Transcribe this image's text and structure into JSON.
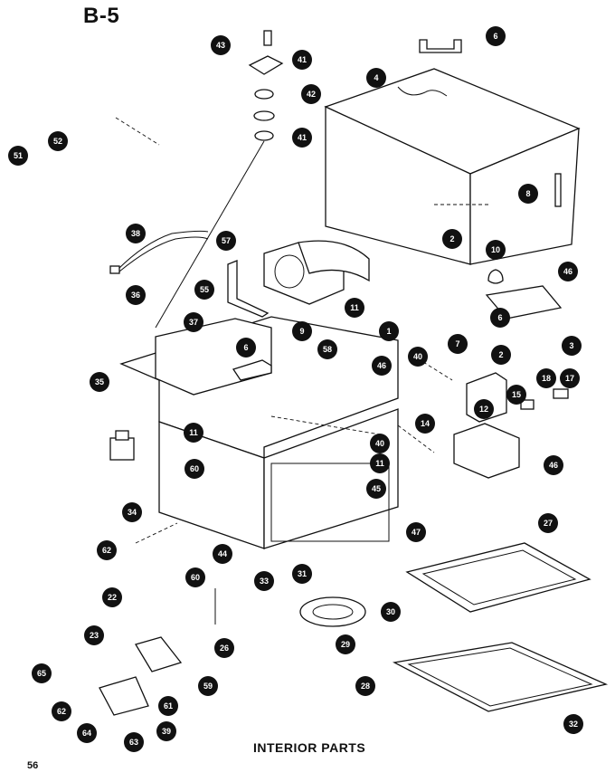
{
  "header": {
    "sheet_id": "B-5"
  },
  "footer": {
    "title": "INTERIOR PARTS",
    "page_number": "56"
  },
  "parts_diagram": {
    "callouts": [
      {
        "label": "43"
      },
      {
        "label": "41"
      },
      {
        "label": "42"
      },
      {
        "label": "41"
      },
      {
        "label": "6"
      },
      {
        "label": "4"
      },
      {
        "label": "8"
      },
      {
        "label": "51"
      },
      {
        "label": "52"
      },
      {
        "label": "38"
      },
      {
        "label": "57"
      },
      {
        "label": "55"
      },
      {
        "label": "2"
      },
      {
        "label": "10"
      },
      {
        "label": "46"
      },
      {
        "label": "36"
      },
      {
        "label": "37"
      },
      {
        "label": "9"
      },
      {
        "label": "11"
      },
      {
        "label": "58"
      },
      {
        "label": "1"
      },
      {
        "label": "6"
      },
      {
        "label": "7"
      },
      {
        "label": "2"
      },
      {
        "label": "3"
      },
      {
        "label": "6"
      },
      {
        "label": "40"
      },
      {
        "label": "46"
      },
      {
        "label": "35"
      },
      {
        "label": "11"
      },
      {
        "label": "18"
      },
      {
        "label": "17"
      },
      {
        "label": "12"
      },
      {
        "label": "15"
      },
      {
        "label": "14"
      },
      {
        "label": "40"
      },
      {
        "label": "11"
      },
      {
        "label": "46"
      },
      {
        "label": "34"
      },
      {
        "label": "60"
      },
      {
        "label": "45"
      },
      {
        "label": "47"
      },
      {
        "label": "27"
      },
      {
        "label": "62"
      },
      {
        "label": "33"
      },
      {
        "label": "22"
      },
      {
        "label": "60"
      },
      {
        "label": "44"
      },
      {
        "label": "31"
      },
      {
        "label": "30"
      },
      {
        "label": "23"
      },
      {
        "label": "26"
      },
      {
        "label": "59"
      },
      {
        "label": "29"
      },
      {
        "label": "65"
      },
      {
        "label": "61"
      },
      {
        "label": "62"
      },
      {
        "label": "28"
      },
      {
        "label": "64"
      },
      {
        "label": "63"
      },
      {
        "label": "39"
      },
      {
        "label": "32"
      }
    ]
  }
}
